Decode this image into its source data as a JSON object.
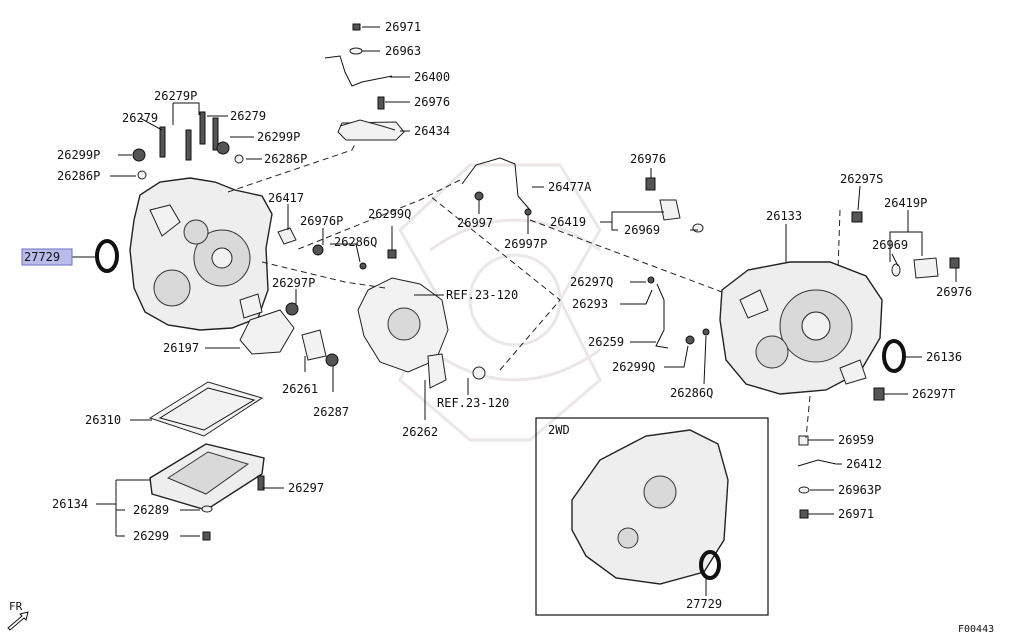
{
  "diagram": {
    "highlight_color": "#b9bce8",
    "figure_code": "F00443",
    "front_marker": "FR",
    "inset_title": "2WD",
    "labels": {
      "p26971_top": "26971",
      "p26963": "26963",
      "p26400": "26400",
      "p26976_top": "26976",
      "p26434": "26434",
      "p26279p": "26279P",
      "p26279_left": "26279",
      "p26279_right": "26279",
      "p26299p_left": "26299P",
      "p26299p_right": "26299P",
      "p26286p_left": "26286P",
      "p26286p_right": "26286P",
      "p27729_left": "27729",
      "p26417": "26417",
      "p26976p": "26976P",
      "p26286q_mid": "26286Q",
      "p26299q": "26299Q",
      "p26297p": "26297P",
      "ref_upper": "REF.23-120",
      "ref_lower": "REF.23-120",
      "p26197": "26197",
      "p26261": "26261",
      "p26287": "26287",
      "p26310": "26310",
      "p26262": "26262",
      "p26134": "26134",
      "p26289": "26289",
      "p26299": "26299",
      "p26297": "26297",
      "p26477a": "26477A",
      "p26997": "26997",
      "p26997p": "26997P",
      "p26976_mid": "26976",
      "p26419": "26419",
      "p26969_mid": "26969",
      "p26297q": "26297Q",
      "p26293": "26293",
      "p26259": "26259",
      "p26299q_right": "26299Q",
      "p26286q_right": "26286Q",
      "p26133": "26133",
      "p26297s": "26297S",
      "p26419p": "26419P",
      "p26969_right": "26969",
      "p26976_right": "26976",
      "p26136": "26136",
      "p26297t": "26297T",
      "p26959": "26959",
      "p26412": "26412",
      "p26963p": "26963P",
      "p26971_right": "26971",
      "p27729_inset": "27729"
    }
  }
}
